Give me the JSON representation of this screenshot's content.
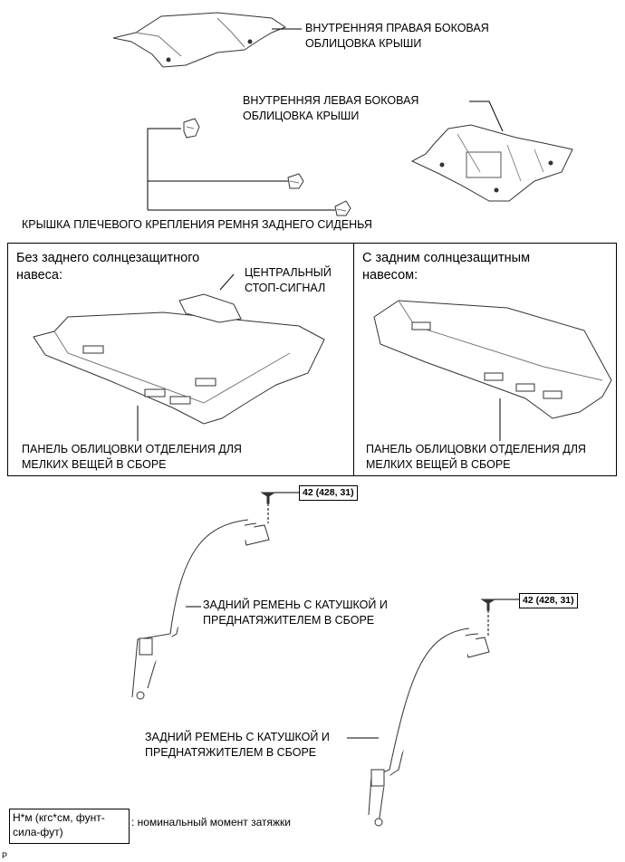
{
  "labels": {
    "right_trim": "ВНУТРЕННЯЯ ПРАВАЯ БОКОВАЯ\nОБЛИЦОВКА КРЫШИ",
    "left_trim": "ВНУТРЕННЯЯ ЛЕВАЯ БОКОВАЯ\nОБЛИЦОВКА КРЫШИ",
    "shoulder_cover": "КРЫШКА ПЛЕЧЕВОГО КРЕПЛЕНИЯ РЕМНЯ ЗАДНЕГО СИДЕНЬЯ",
    "left_box_header": "Без заднего солнцезащитного\nнавеса:",
    "right_box_header": "С задним солнцезащитным\nнавесом:",
    "stop_lamp": "ЦЕНТРАЛЬНЫЙ\nСТОП-СИГНАЛ",
    "panel_left": "ПАНЕЛЬ ОБЛИЦОВКИ ОТДЕЛЕНИЯ ДЛЯ\nМЕЛКИХ ВЕЩЕЙ В СБОРЕ",
    "panel_right": "ПАНЕЛЬ ОБЛИЦОВКИ ОТДЕЛЕНИЯ ДЛЯ\nМЕЛКИХ ВЕЩЕЙ В СБОРЕ",
    "belt_1": "ЗАДНИЙ РЕМЕНЬ С КАТУШКОЙ И\nПРЕДНАТЯЖИТЕЛЕМ В СБОРЕ",
    "belt_2": "ЗАДНИЙ РЕМЕНЬ С КАТУШКОЙ И\nПРЕДНАТЯЖИТЕЛЕМ В СБОРЕ",
    "torque_1": "42 (428, 31)",
    "torque_2": "42 (428, 31)"
  },
  "legend": {
    "unit": "Н*м (кгс*см, фунт-\nсила-фут)",
    "description": ": номинальный момент затяжки"
  },
  "footer_code": "P"
}
